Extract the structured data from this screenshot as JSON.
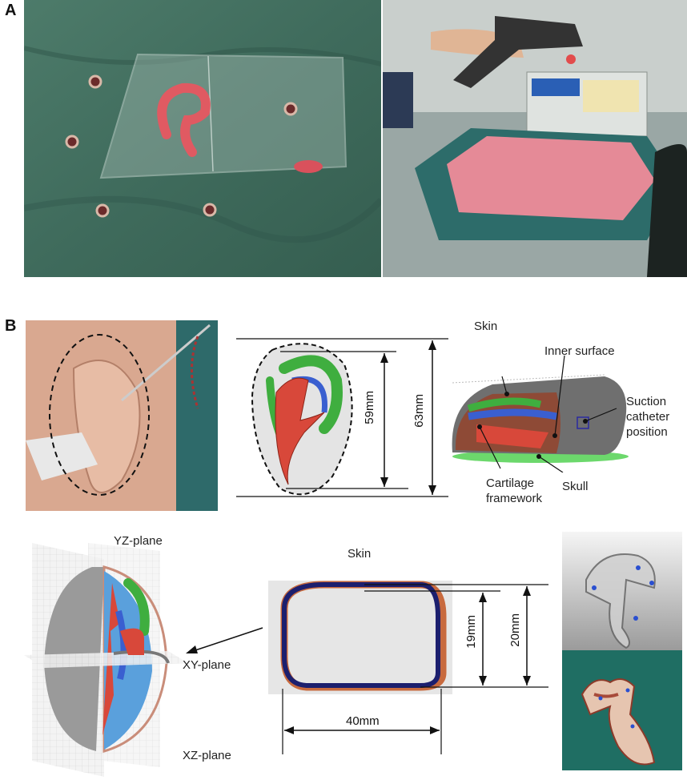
{
  "panels": {
    "a_letter": "A",
    "b_letter": "B"
  },
  "labels": {
    "skin_top": "Skin",
    "inner_surface": "Inner surface",
    "suction_line1": "Suction",
    "suction_line2": "catheter",
    "suction_line3": "position",
    "skull": "Skull",
    "cartilage_line1": "Cartilage",
    "cartilage_line2": "framework",
    "yz_plane": "YZ-plane",
    "xy_plane": "XY-plane",
    "xz_plane": "XZ-plane",
    "skin_section": "Skin"
  },
  "dimensions": {
    "d59": "59mm",
    "d63": "63mm",
    "d19": "19mm",
    "d20": "20mm",
    "d40": "40mm"
  },
  "colors": {
    "drape_green": "#3f6b5c",
    "skin_red": "#d8483a",
    "cartilage_blue": "#3a5fd0",
    "cartilage_green": "#3fae3f",
    "section_navy": "#1c1f6e"
  },
  "icons": {
    "arrow": "arrow-left-icon"
  }
}
